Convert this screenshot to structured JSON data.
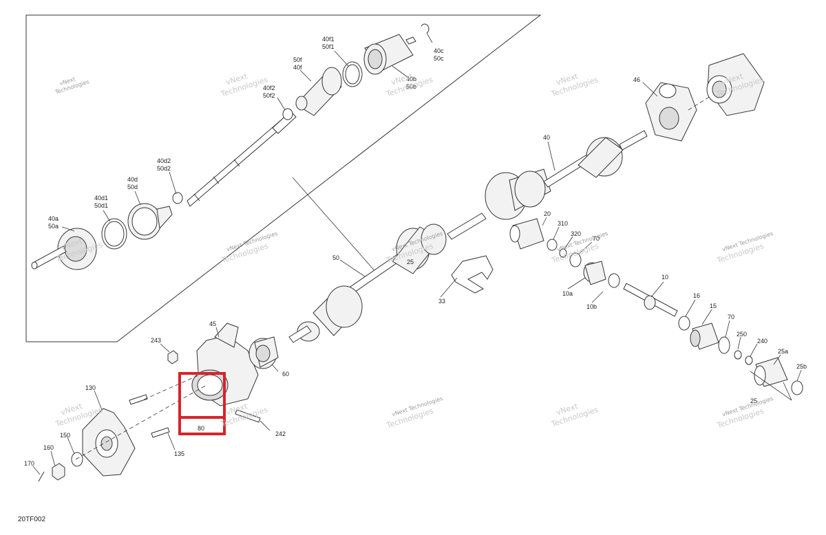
{
  "diagram_id": "20TF002",
  "watermark": {
    "line1": "vNext",
    "line2": "Technologies",
    "single": "vNext Technologies"
  },
  "labels": {
    "p40f1": "40f1",
    "p50f1": "50f1",
    "p40c": "40c",
    "p50c": "50c",
    "p50f": "50f",
    "p40f": "40f",
    "p40b": "40b",
    "p50b": "50b",
    "p40f2": "40f2",
    "p50f2": "50f2",
    "p46": "46",
    "p40": "40",
    "p40d2": "40d2",
    "p50d2": "50d2",
    "p40d": "40d",
    "p50d": "50d",
    "p40d1": "40d1",
    "p50d1": "50d1",
    "p40a": "40a",
    "p50a": "50a",
    "p20": "20",
    "p310": "310",
    "p320": "320",
    "p70a": "70",
    "p50": "50",
    "p25": "25",
    "p33": "33",
    "p10a": "10a",
    "p10b": "10b",
    "p10": "10",
    "p16": "16",
    "p15": "15",
    "p70b": "70",
    "p45": "45",
    "p243": "243",
    "p60": "60",
    "p250": "250",
    "p240": "240",
    "p25a": "25a",
    "p25b": "25b",
    "p25c": "25",
    "p130": "130",
    "p80": "80",
    "p242": "242",
    "p150": "150",
    "p160": "160",
    "p135": "135",
    "p170": "170"
  },
  "highlight_color": "#d8232a"
}
